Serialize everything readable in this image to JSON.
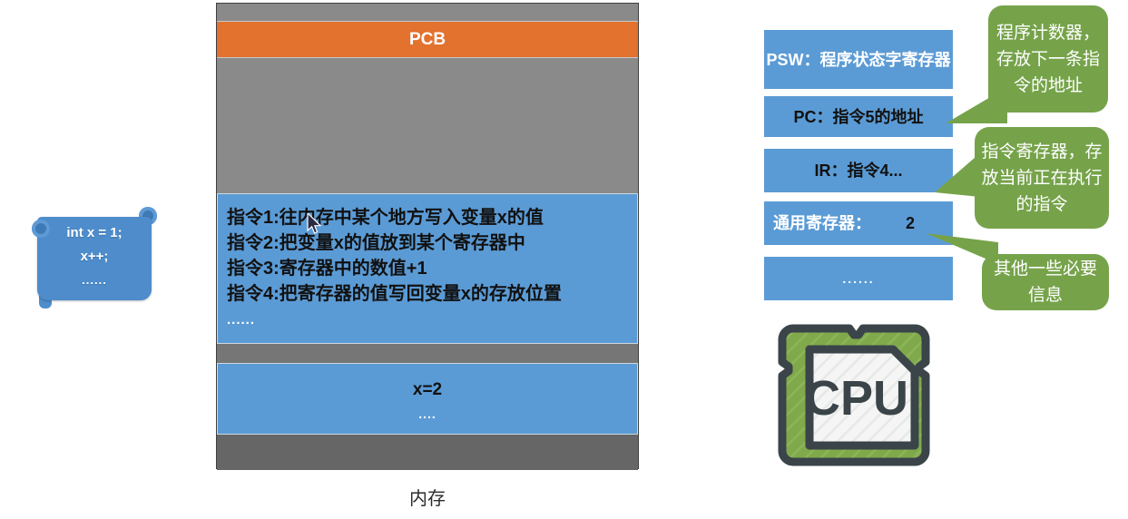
{
  "code_card": {
    "line1": "int x = 1;",
    "line2": "x++;",
    "line3": "......"
  },
  "memory": {
    "caption": "内存",
    "pcb_label": "PCB",
    "instructions": [
      "指令1:往内存中某个地方写入变量x的值",
      "指令2:把变量x的值放到某个寄存器中",
      "指令3:寄存器中的数值+1",
      "指令4:把寄存器的值写回变量x的存放位置"
    ],
    "instructions_more": "......",
    "data_value": "x=2",
    "data_more": "....",
    "colors": {
      "pcb": "#e2722e",
      "block": "#5b9bd5",
      "gray": "#8a8a8a"
    }
  },
  "cpu": {
    "registers": [
      {
        "name": "reg-psw",
        "label": "PSW：程序状态字寄存器"
      },
      {
        "name": "reg-pc",
        "label": "PC：指令5的地址"
      },
      {
        "name": "reg-ir",
        "label": "IR：指令4..."
      },
      {
        "name": "reg-gen",
        "label": "通用寄存器：",
        "value": "2"
      },
      {
        "name": "reg-misc",
        "label": "......"
      }
    ],
    "chip_label": "CPU",
    "chip_color": "#7fa council"
  },
  "callouts": [
    {
      "name": "callout-pc",
      "text": "程序计数器，存放下一条指令的地址"
    },
    {
      "name": "callout-ir",
      "text": "指令寄存器，存放当前正在执行的指令"
    },
    {
      "name": "callout-misc",
      "text": "其他一些必要信息"
    }
  ],
  "cpu_chip": {
    "label": "CPU"
  }
}
